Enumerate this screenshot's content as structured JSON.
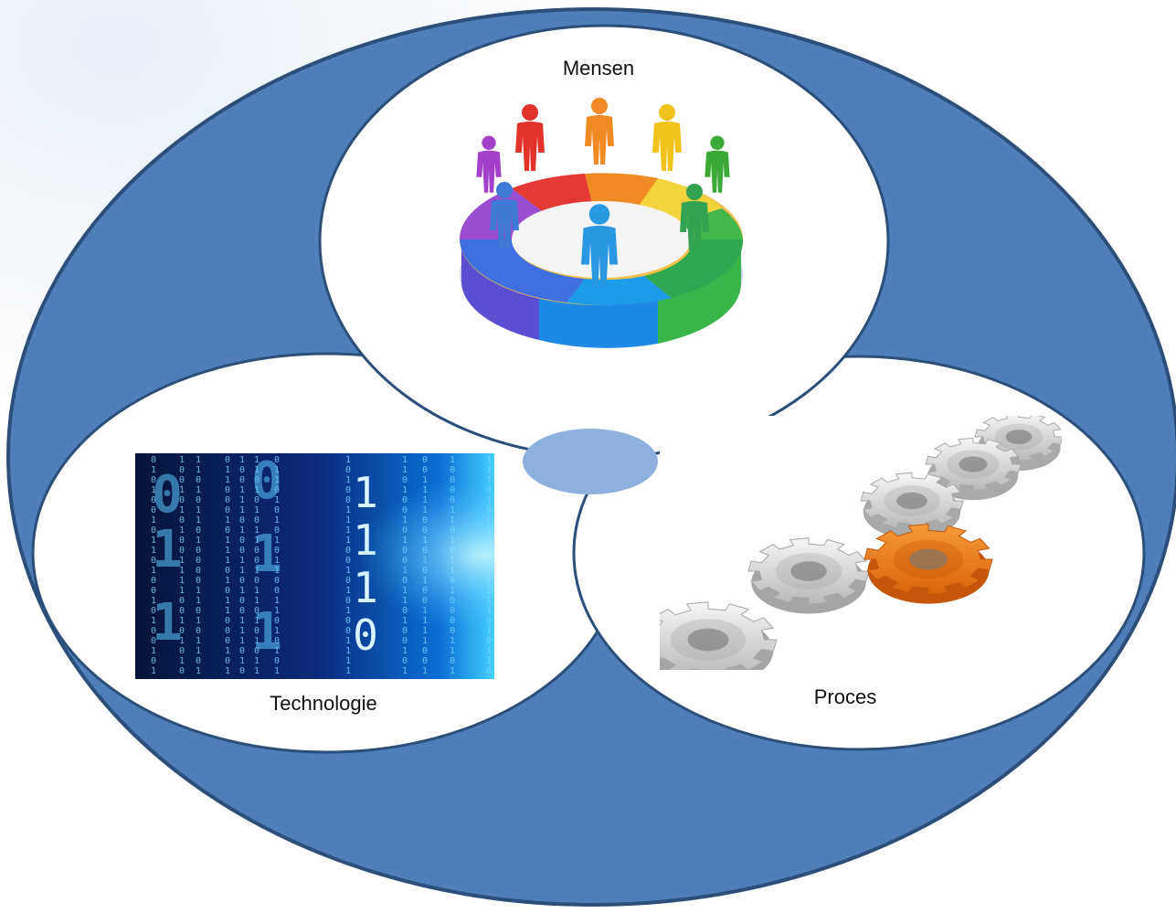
{
  "diagram": {
    "colors": {
      "outer_fill": "#4f7fba",
      "outer_stroke": "#2c4e7a",
      "inner_fill": "#ffffff",
      "center_fill": "#8eb0de"
    },
    "circles": {
      "top": {
        "label": "Mensen",
        "image_icon": "people-puzzle-ring-icon"
      },
      "left": {
        "label": "Technologie",
        "image_icon": "binary-code-icon"
      },
      "right": {
        "label": "Proces",
        "image_icon": "gears-icon"
      }
    },
    "binary_columns": [
      "0101001011010",
      "1100101010011",
      "0011010110100",
      "1010110001011",
      "0110100111010",
      "1001011010101",
      "0101100110101",
      "1110010101001"
    ],
    "big_digits": [
      "1",
      "1",
      "1",
      "0"
    ]
  }
}
